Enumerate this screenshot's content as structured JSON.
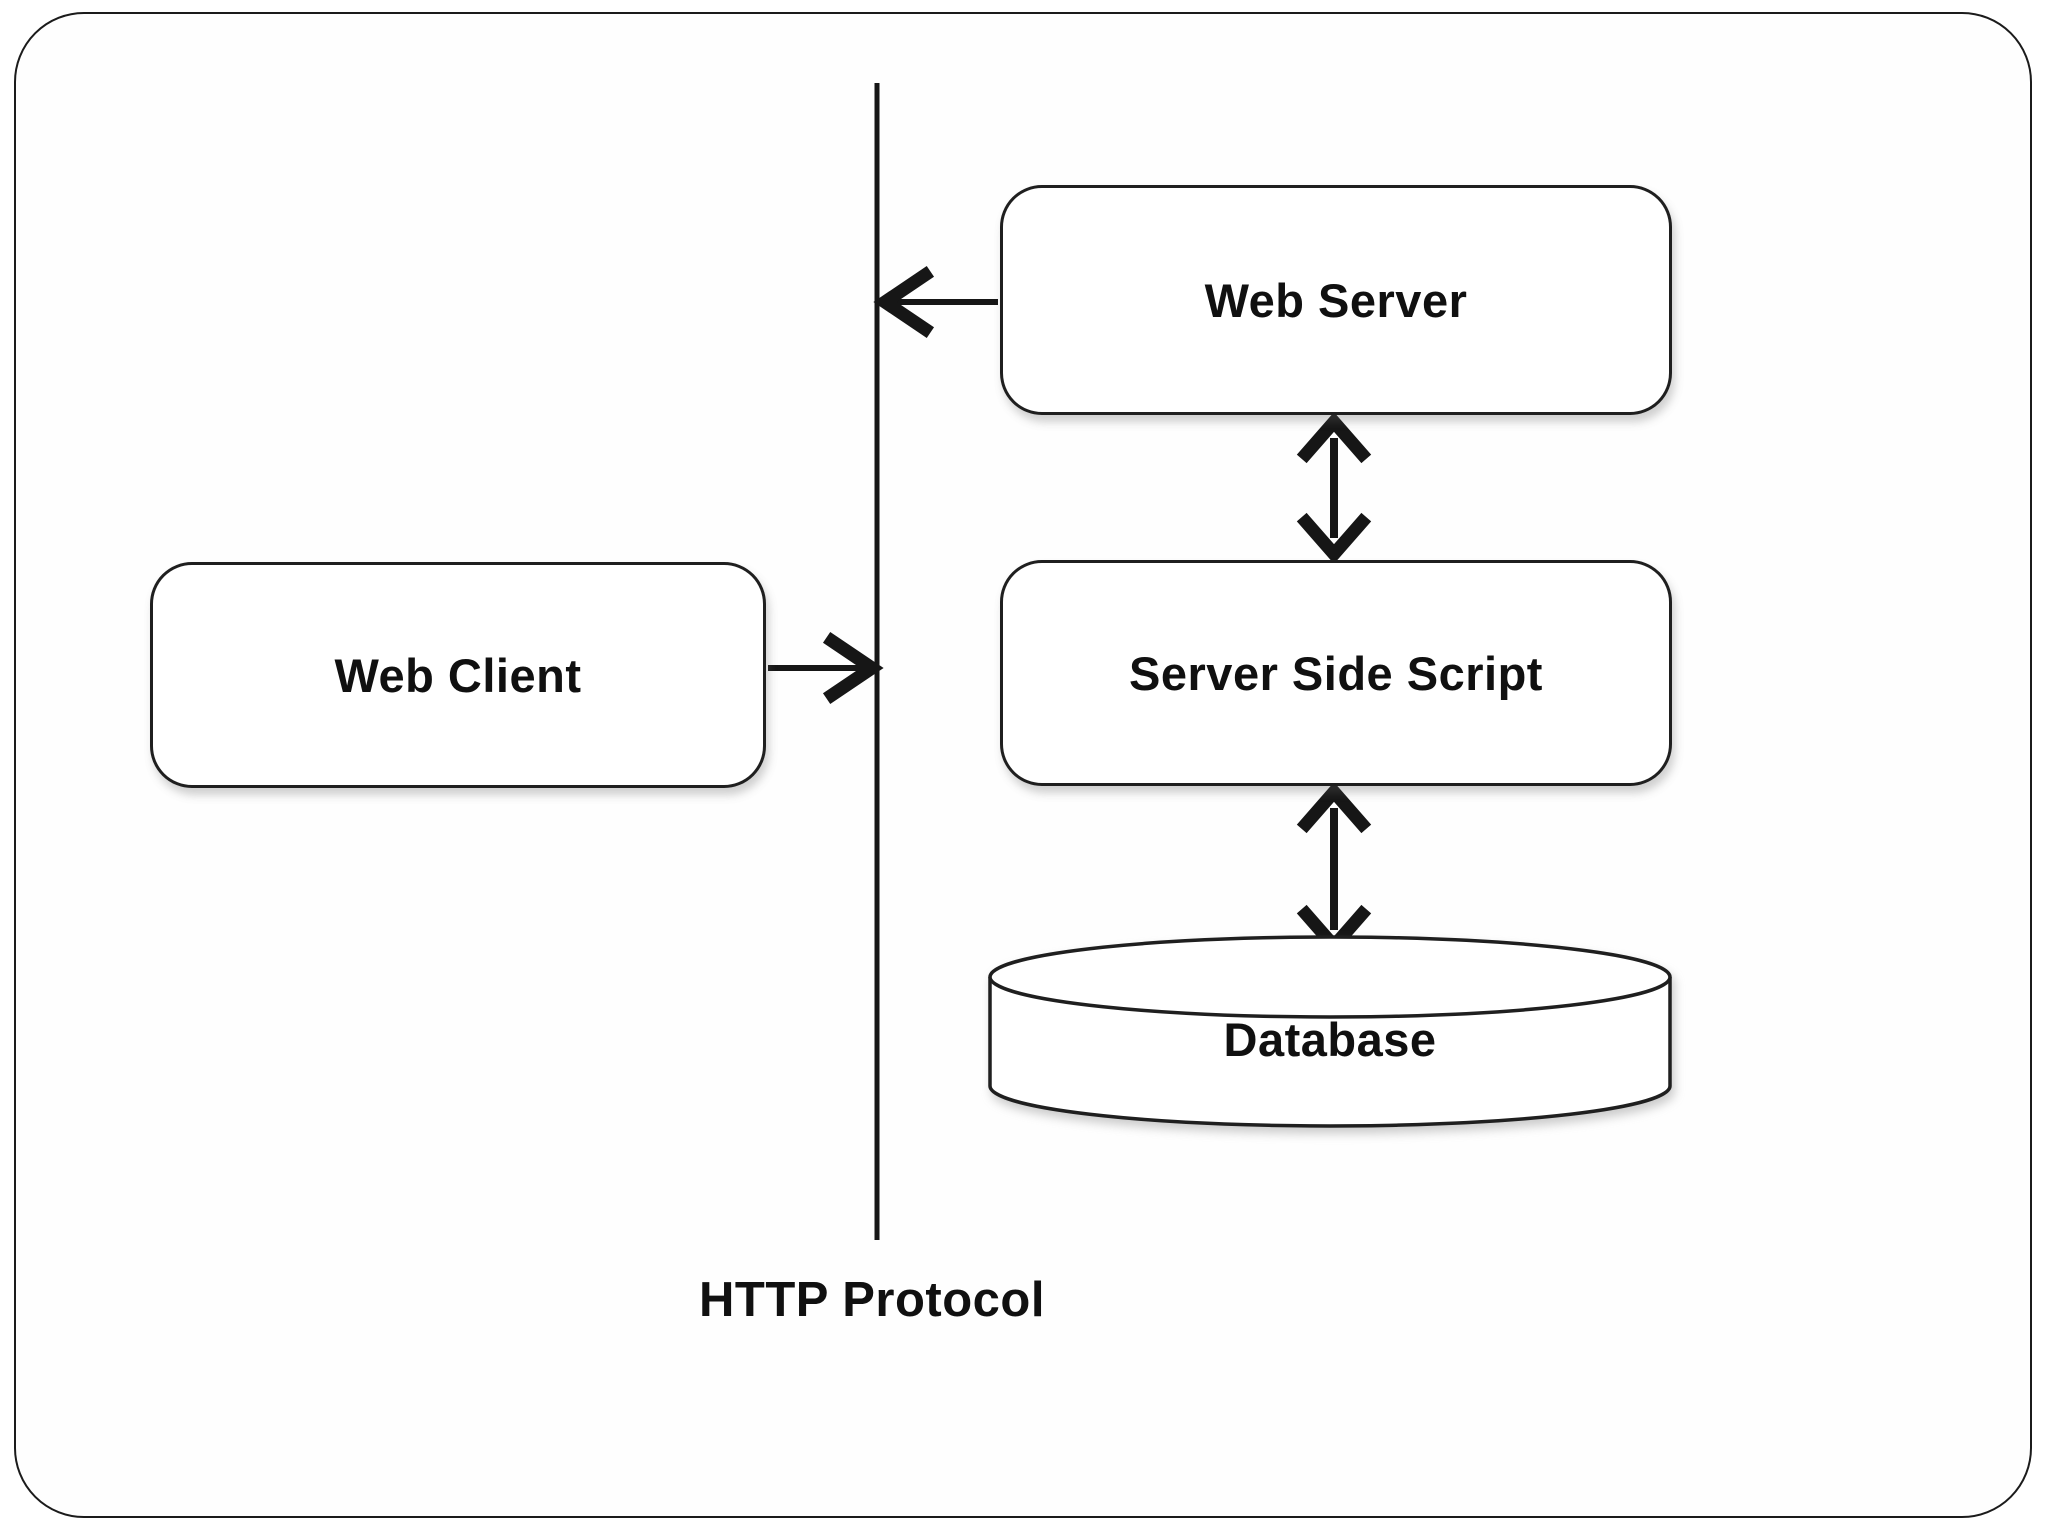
{
  "diagram": {
    "nodes": {
      "web_client": {
        "label": "Web Client",
        "shape": "rounded-rectangle"
      },
      "web_server": {
        "label": "Web Server",
        "shape": "rounded-rectangle"
      },
      "server_side_script": {
        "label": "Server Side Script",
        "shape": "rounded-rectangle"
      },
      "database": {
        "label": "Database",
        "shape": "cylinder"
      }
    },
    "protocol_line": {
      "label": "HTTP Protocol",
      "orientation": "vertical"
    },
    "edges": [
      {
        "from": "web_client",
        "to": "http-protocol-line",
        "direction": "one-way",
        "arrowhead_at": "line"
      },
      {
        "from": "web_server",
        "to": "http-protocol-line",
        "direction": "one-way",
        "arrowhead_at": "line"
      },
      {
        "from": "web_server",
        "to": "server_side_script",
        "direction": "two-way"
      },
      {
        "from": "server_side_script",
        "to": "database",
        "direction": "two-way"
      }
    ],
    "colors": {
      "stroke": "#1f1f1f",
      "text": "#101010",
      "fill": "#ffffff",
      "background": "#ffffff"
    }
  }
}
